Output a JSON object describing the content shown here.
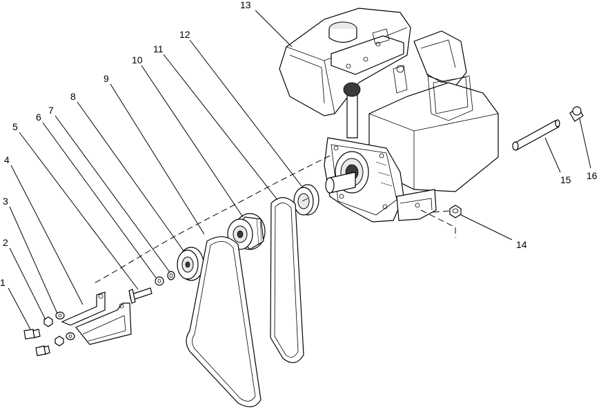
{
  "diagram": {
    "callouts": [
      {
        "id": "callout-1",
        "label": "1"
      },
      {
        "id": "callout-2",
        "label": "2"
      },
      {
        "id": "callout-3",
        "label": "3"
      },
      {
        "id": "callout-4",
        "label": "4"
      },
      {
        "id": "callout-5",
        "label": "5"
      },
      {
        "id": "callout-6",
        "label": "6"
      },
      {
        "id": "callout-7",
        "label": "7"
      },
      {
        "id": "callout-8",
        "label": "8"
      },
      {
        "id": "callout-9",
        "label": "9"
      },
      {
        "id": "callout-10",
        "label": "10"
      },
      {
        "id": "callout-11",
        "label": "11"
      },
      {
        "id": "callout-12",
        "label": "12"
      },
      {
        "id": "callout-13",
        "label": "13"
      },
      {
        "id": "callout-14",
        "label": "14"
      },
      {
        "id": "callout-15",
        "label": "15"
      },
      {
        "id": "callout-16",
        "label": "16"
      }
    ]
  }
}
